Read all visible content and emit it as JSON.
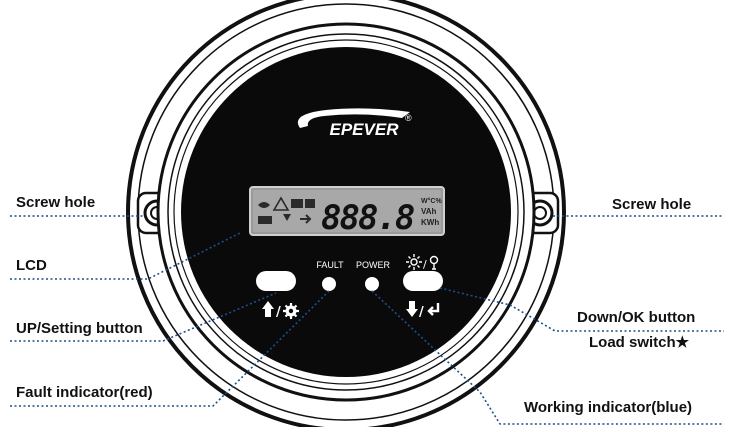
{
  "brand": {
    "name": "EPEVER",
    "registered_mark": "®"
  },
  "lcd": {
    "digits": "888.8",
    "unit_top": "W°C%",
    "unit_mid": "VAh",
    "unit_bot": "KWh"
  },
  "panel_labels": {
    "fault": "FAULT",
    "power": "POWER"
  },
  "callouts": {
    "screw_hole_left": "Screw hole",
    "screw_hole_right": "Screw hole",
    "lcd": "LCD",
    "up_setting_button": "UP/Setting button",
    "down_ok_button": "Down/OK button",
    "load_switch": "Load switch★",
    "fault_indicator": "Fault indicator(red)",
    "working_indicator": "Working indicator(blue)"
  },
  "colors": {
    "leader_line": "#1e4f8a",
    "device_face": "#0a0a0a",
    "bezel": "#ffffff",
    "outline": "#111111"
  },
  "icons": {
    "up_setting": "up-arrow-gear-icon",
    "down_ok": "down-arrow-enter-icon",
    "load_switch": "sun-bulb-icon"
  }
}
